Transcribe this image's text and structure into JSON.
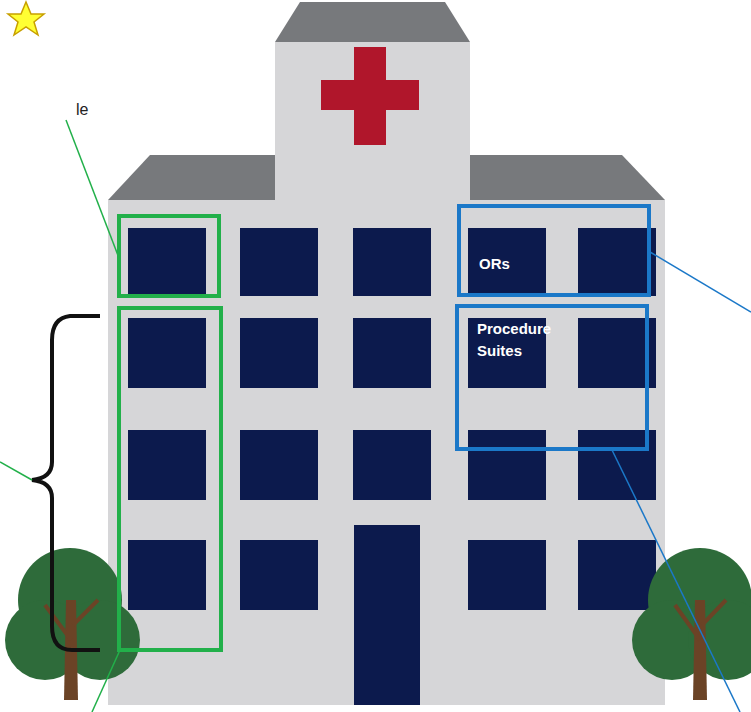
{
  "diagram": {
    "nodes": [
      {
        "text": [
          "ORs"
        ]
      },
      {
        "text": [
          "Procedure Suites"
        ]
      }
    ],
    "labels": [
      "le"
    ]
  }
}
